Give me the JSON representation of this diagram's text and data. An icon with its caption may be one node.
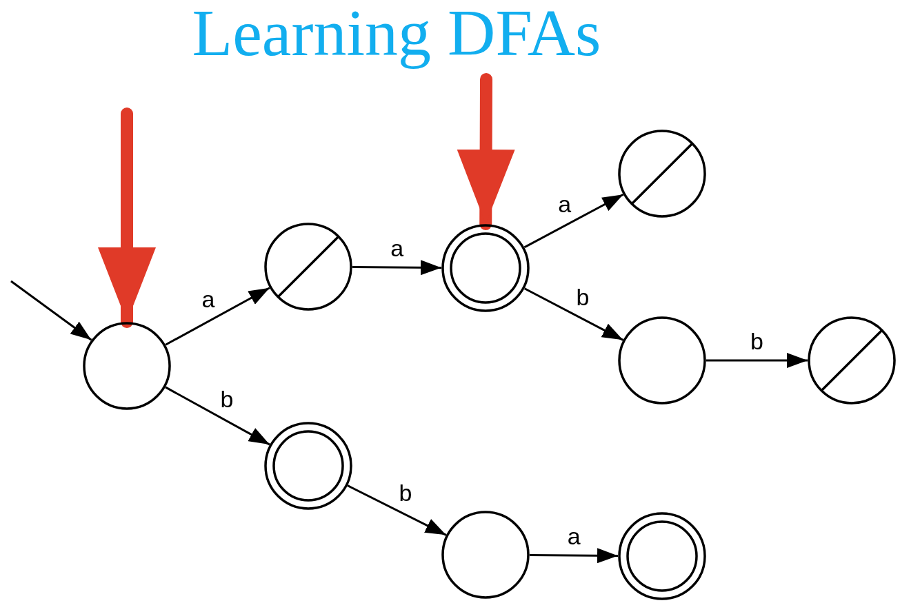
{
  "diagram": {
    "title": "Learning DFAs",
    "nodes": [
      {
        "text": [],
        "shape": "circle"
      },
      {
        "text": [],
        "shape": "slashed-circle"
      },
      {
        "text": [],
        "shape": "double-circle"
      },
      {
        "text": [],
        "shape": "slashed-circle"
      },
      {
        "text": [],
        "shape": "circle"
      },
      {
        "text": [],
        "shape": "slashed-circle"
      },
      {
        "text": [],
        "shape": "double-circle"
      },
      {
        "text": [],
        "shape": "circle"
      },
      {
        "text": [],
        "shape": "double-circle"
      }
    ],
    "edges": [
      {
        "from": null,
        "to": 0,
        "arrow": "to"
      },
      {
        "from": null,
        "to": 0,
        "arrow": "to",
        "style": "thick",
        "color": "#e03a28"
      },
      {
        "from": null,
        "to": 2,
        "arrow": "to",
        "style": "thick",
        "color": "#e03a28"
      },
      {
        "from": 0,
        "to": 1,
        "arrow": "to",
        "label": "a"
      },
      {
        "from": 1,
        "to": 2,
        "arrow": "to",
        "label": "a"
      },
      {
        "from": 2,
        "to": 3,
        "arrow": "to",
        "label": "a"
      },
      {
        "from": 2,
        "to": 4,
        "arrow": "to",
        "label": "b"
      },
      {
        "from": 4,
        "to": 5,
        "arrow": "to",
        "label": "b"
      },
      {
        "from": 0,
        "to": 6,
        "arrow": "to",
        "label": "b"
      },
      {
        "from": 6,
        "to": 7,
        "arrow": "to",
        "label": "b"
      },
      {
        "from": 7,
        "to": 8,
        "arrow": "to",
        "label": "a"
      }
    ]
  }
}
